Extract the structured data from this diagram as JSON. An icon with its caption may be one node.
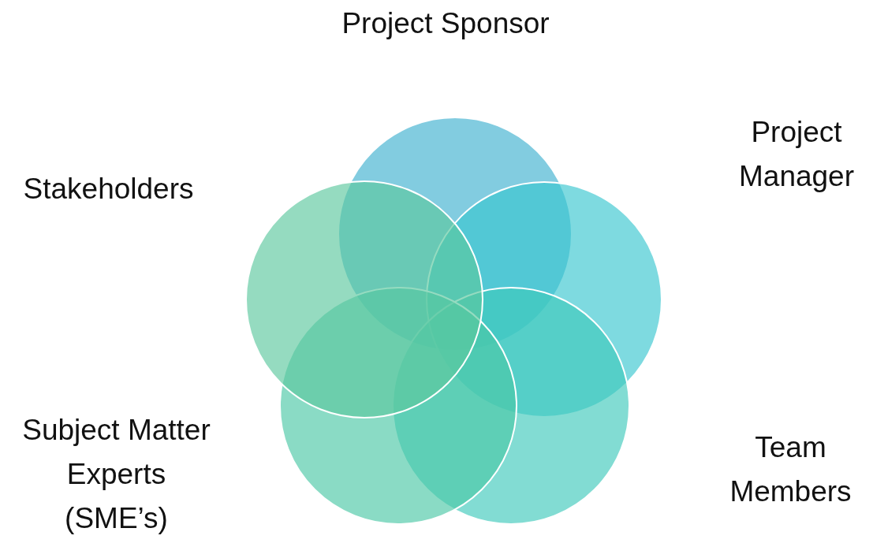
{
  "diagram": {
    "nodes": [
      {
        "text": [],
        "shape": "circle",
        "beside": [
          "Project Sponsor"
        ]
      },
      {
        "text": [],
        "shape": "circle",
        "beside": [
          "Project Manager"
        ]
      },
      {
        "text": [],
        "shape": "circle",
        "beside": [
          "Team Members"
        ]
      },
      {
        "text": [],
        "shape": "circle"
      },
      {
        "text": [],
        "shape": "circle",
        "beside": [
          "Stakeholders"
        ]
      }
    ],
    "labels": [
      "Subject Matter Experts (SME’s)"
    ]
  }
}
